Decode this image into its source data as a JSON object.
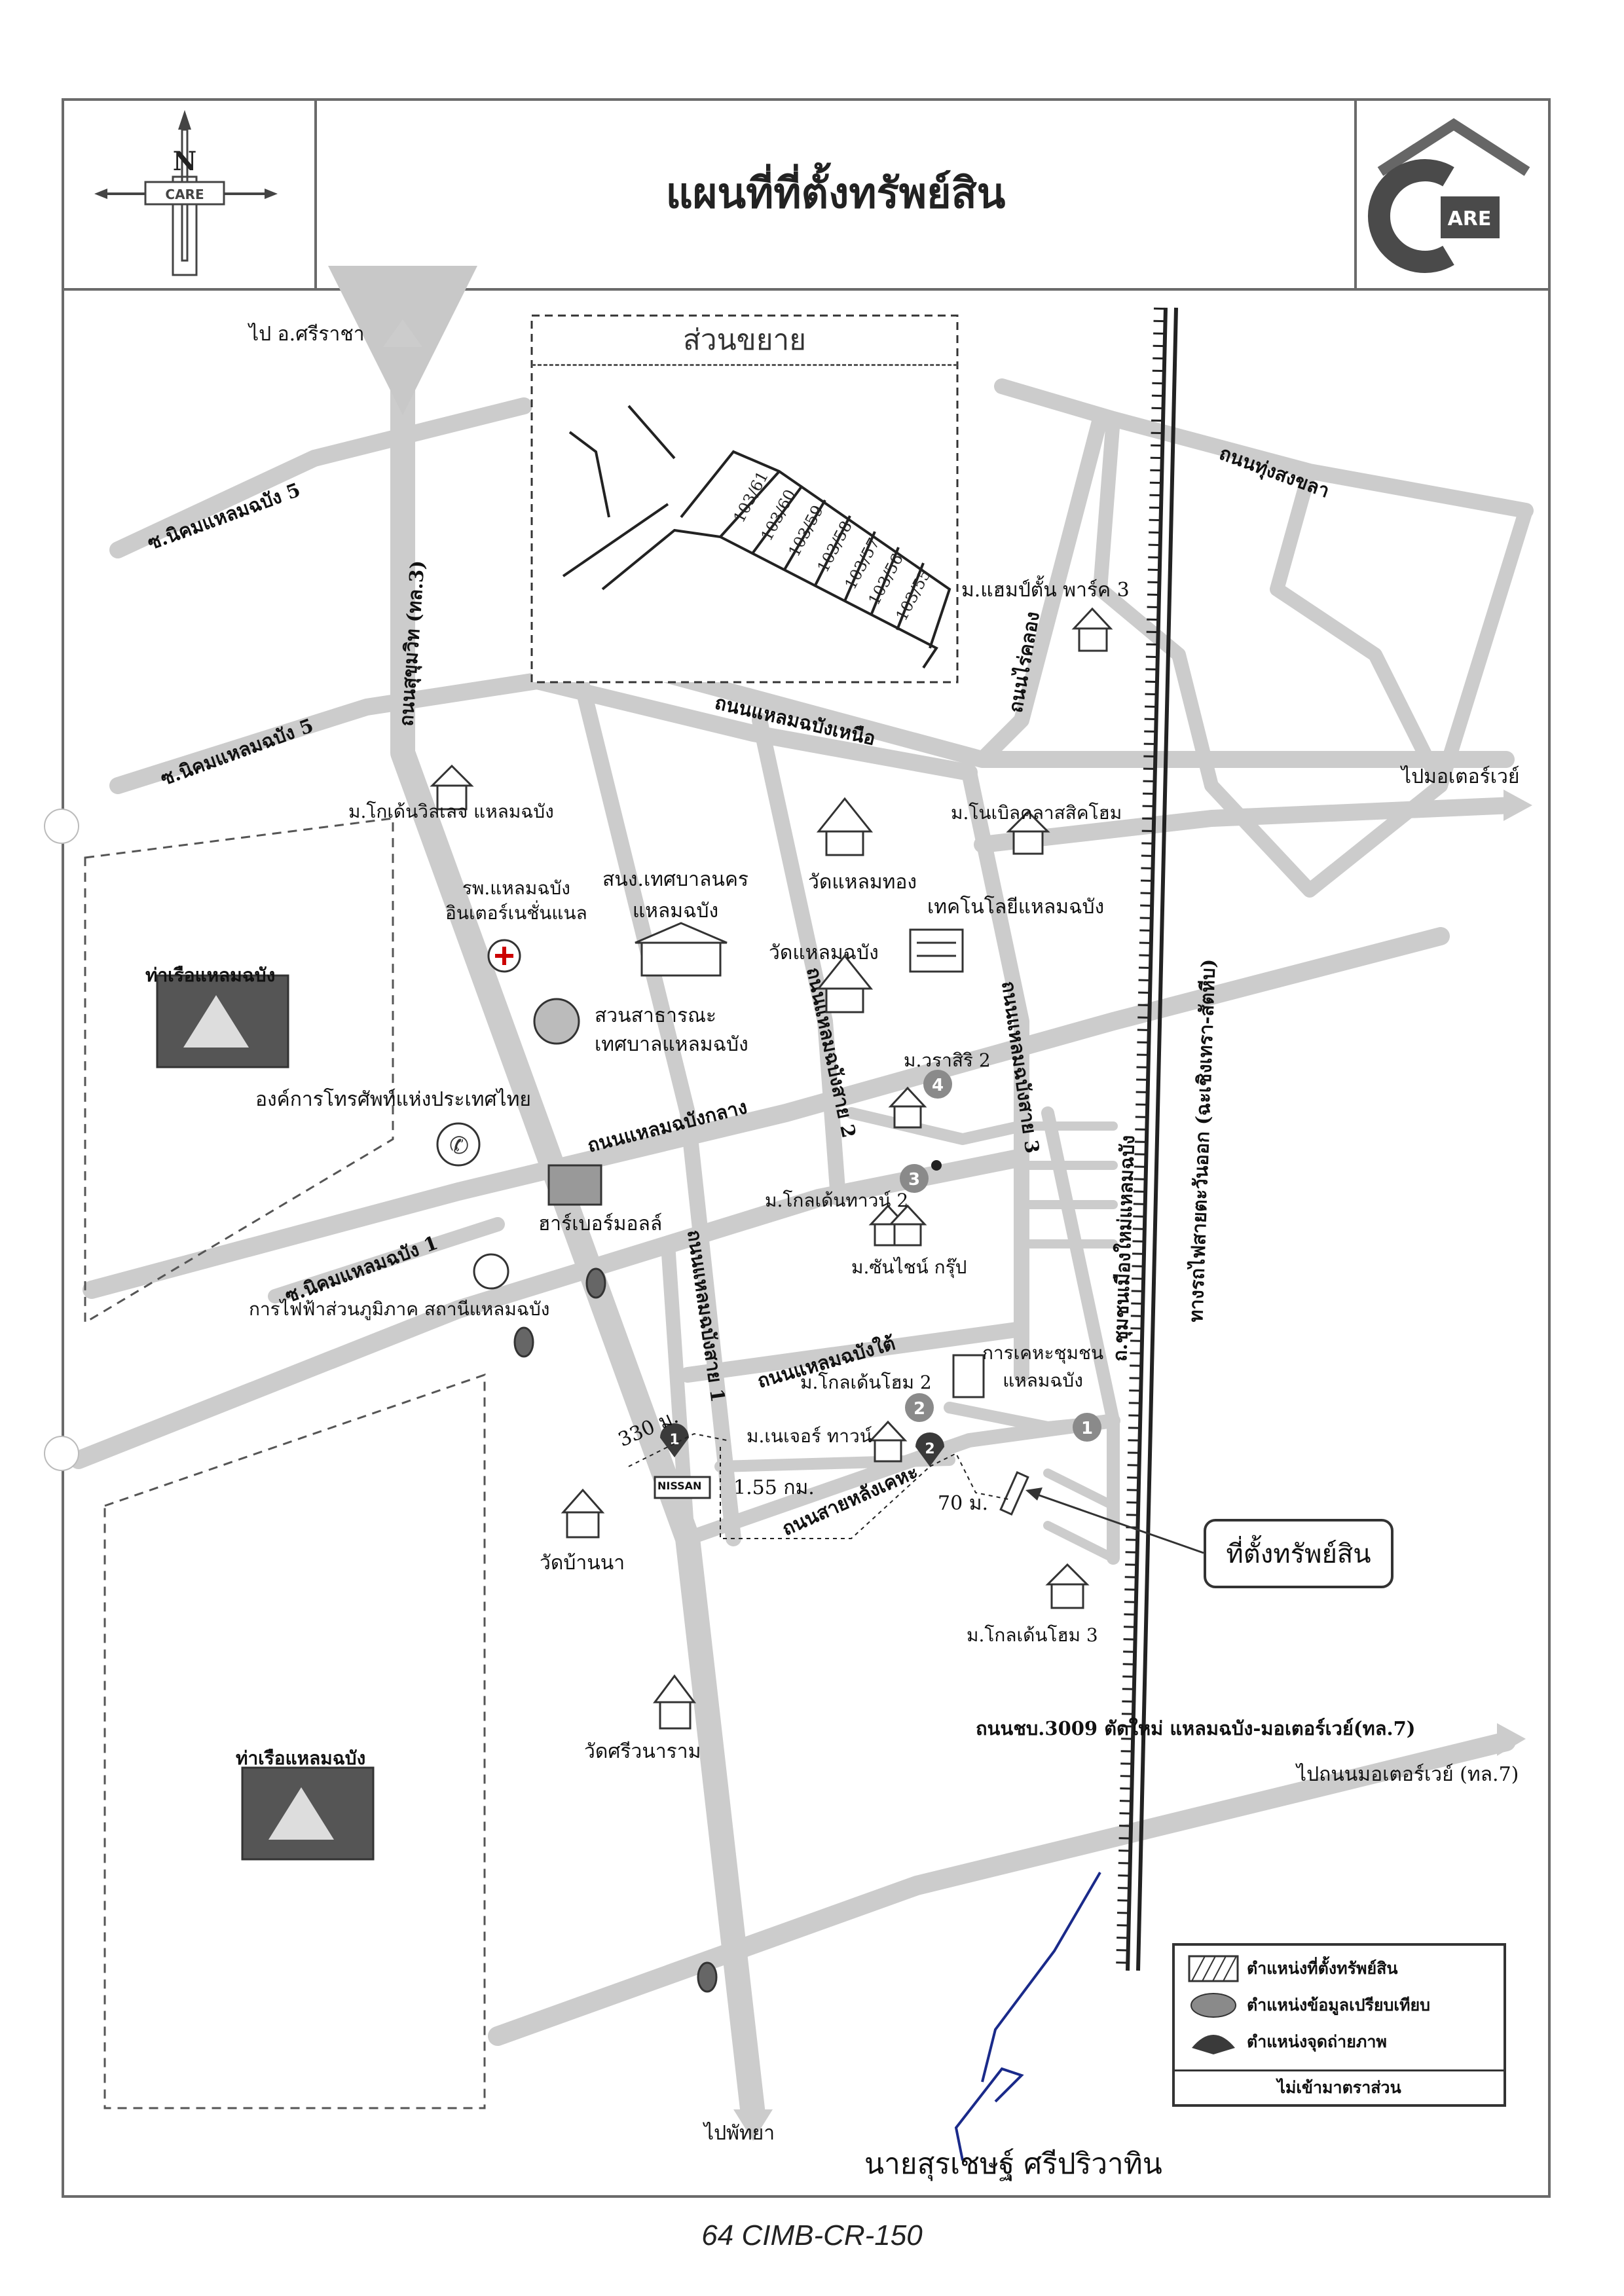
{
  "header": {
    "title": "แผนที่ที่ตั้งทรัพย์สิน",
    "compass_letter": "N",
    "compass_badge": "CARE",
    "logo_text": "ARE",
    "logo_letter": "C"
  },
  "expansion_box": {
    "title": "ส่วนขยาย",
    "plots": [
      "103/61",
      "103/60",
      "103/59",
      "103/58",
      "103/57",
      "103/56",
      "103/55"
    ]
  },
  "roads": {
    "to_sriracha": "ไป อ.ศรีราชา",
    "soi_5_upper": "ซ.นิคมแหลมฉบัง 5",
    "soi_5_lower": "ซ.นิคมแหลมฉบัง 5",
    "sukhumvit": "ถนนสุขุมวิท (ทล.3)",
    "laem_chabang_north": "ถนนแหลมฉบังเหนือ",
    "rai_klong": "ถนนไร่คลอง",
    "thung_songkhla": "ถนนทุ่งสงขลา",
    "to_motorway_right": "ไปมอเตอร์เวย์",
    "railway": "ทางรถไฟสายตะวันออก (ฉะเชิงเทรา-สัตหีบ)",
    "laem_chabang_central": "ถนนแหลมฉบังกลาง",
    "soi_1": "ซ.นิคมแหลมฉบัง 1",
    "line_1": "ถนนแหลมฉบังสาย 1",
    "line_2": "ถนนแหลมฉบังสาย 2",
    "line_3": "ถนนแหลมฉบังสาย 3",
    "laem_chabang_south": "ถนนแหลมฉบังใต้",
    "chumchon_mueang_mai": "ถ.ชุมชนเมืองใหม่แหลมฉบัง",
    "behind_housing": "ถนนสายหลังเคหะ",
    "chb_3009": "ถนนชบ.3009 ตัดใหม่ แหลมฉบัง-มอเตอร์เวย์(ทล.7)",
    "to_motorway_bottom": "ไปถนนมอเตอร์เวย์ (ทล.7)",
    "to_pattaya": "ไปพัทยา"
  },
  "places": {
    "happy_town_park_3": "ม.แฮมป์ตั้น พาร์ค 3",
    "golden_village": "ม.โกเด้นวิลเลจ แหลมฉบัง",
    "noble_classic_home": "ม.โนเบิลคลาสสิคโฮม",
    "hospital": "รพ.แหลมฉบัง\nอินเตอร์เนชั่นแนล",
    "municipal_office": "สนง.เทศบาลนคร\nแหลมฉบัง",
    "wat_laem_thong": "วัดแหลมทอง",
    "technology_school": "เทคโนโลยีแหลมฉบัง",
    "wat_laem_chabang": "วัดแหลมฉบัง",
    "port_upper": "ท่าเรือแหลมฉบัง",
    "public_park": "สวนสาธารณะ\nเทศบาลแหลมฉบัง",
    "tot": "องค์การโทรศัพท์แห่งประเทศไทย",
    "warasiri_2": "ม.วราสิริ 2",
    "harbor_mall": "ฮาร์เบอร์มอลล์",
    "golden_town_2": "ม.โกลเด้นทาวน์ 2",
    "sunshine_group": "ม.ซันไชน์ กรุ๊ป",
    "pea": "การไฟฟ้าส่วนภูมิภาค สถานีแหลมฉบัง",
    "housing_community": "การเคหะชุมชน\nแหลมฉบัง",
    "golden_home_2": "ม.โกลเด้นโฮม 2",
    "nature_town": "ม.เนเจอร์ ทาวน์",
    "wat_ban_na": "วัดบ้านนา",
    "golden_home_3": "ม.โกลเด้นโฮม 3",
    "wat_sriwanaram": "วัดศรีวนาราม",
    "port_lower": "ท่าเรือแหลมฉบัง",
    "nissan": "NISSAN"
  },
  "distances": {
    "d330": "330 ม.",
    "d155": "1.55 กม.",
    "d70": "70 ม."
  },
  "markers": {
    "comparison": [
      "1",
      "2",
      "3",
      "4"
    ],
    "photo": [
      "1",
      "2"
    ]
  },
  "callout": "ที่ตั้งทรัพย์สิน",
  "legend": {
    "property": "ตำแหน่งที่ตั้งทรัพย์สิน",
    "comparison": "ตำแหน่งข้อมูลเปรียบเทียบ",
    "photo": "ตำแหน่งจุดถ่ายภาพ",
    "scale_note": "ไม่เข้ามาตราส่วน"
  },
  "signature": {
    "name": "นายสุรเชษฐ์ ศรีปริวาทิน"
  },
  "footer": {
    "code": "64 CIMB-CR-150"
  },
  "colors": {
    "road": "#cccccc",
    "frame": "#6a6a6a",
    "marker": "#8a8a8a",
    "photo_marker": "#3a3a3a",
    "signature_ink": "#1a2a8a"
  }
}
